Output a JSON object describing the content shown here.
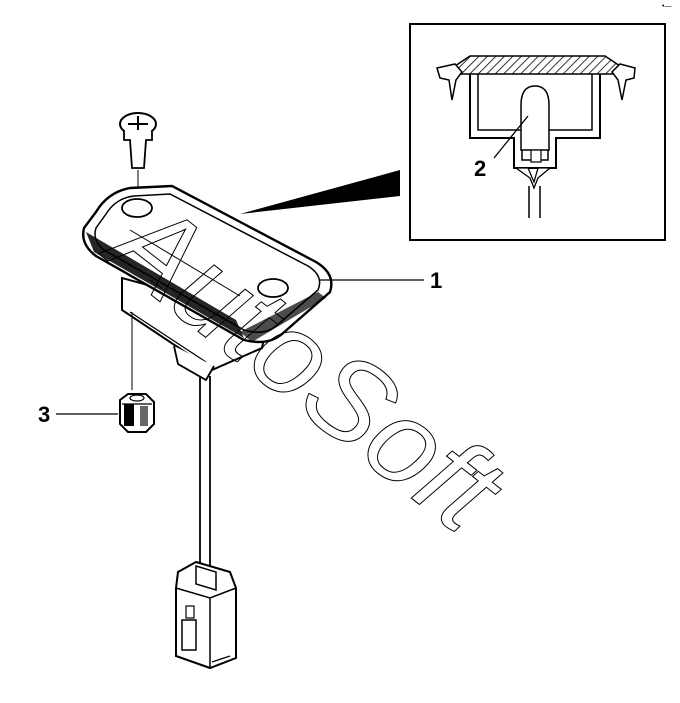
{
  "diagram": {
    "callouts": [
      {
        "id": "1",
        "label": "1"
      },
      {
        "id": "2",
        "label": "2"
      },
      {
        "id": "3",
        "label": "3"
      }
    ],
    "watermark": "AutoSoft",
    "corner_mark": "•—"
  }
}
